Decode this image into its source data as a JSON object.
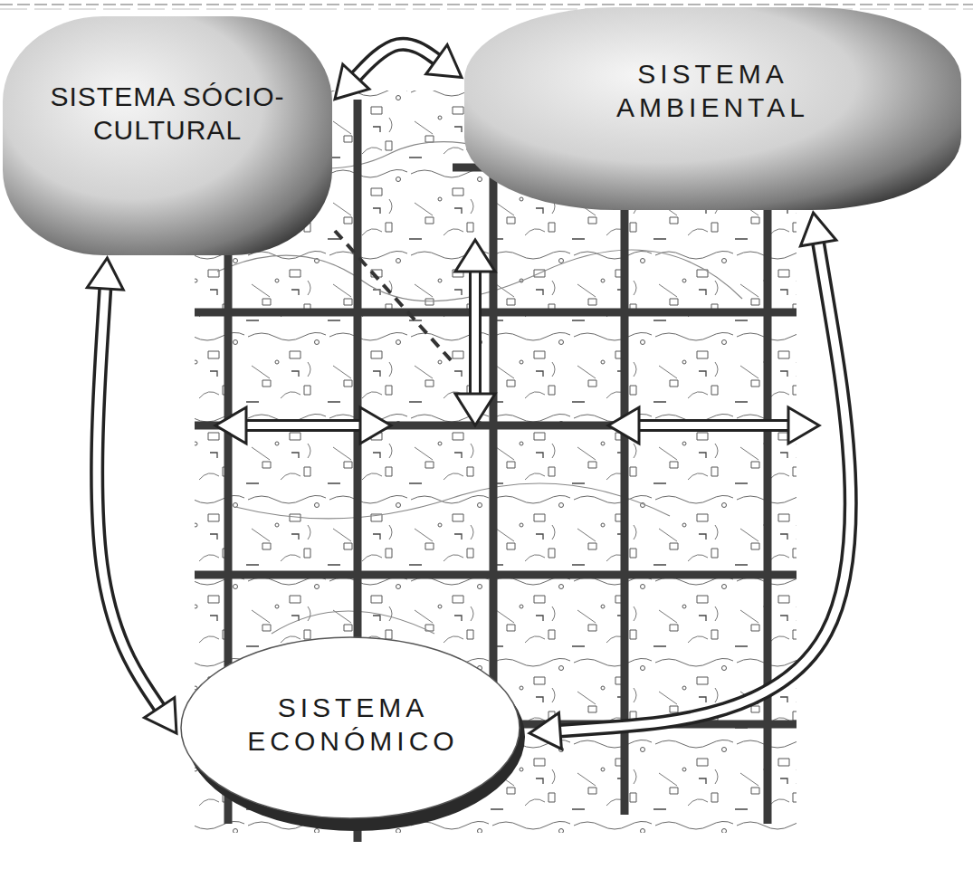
{
  "diagram": {
    "nodes": [
      {
        "text": [
          "SISTEMA SÓCIO-CULTURAL"
        ]
      },
      {
        "text": [
          "SISTEMA AMBIENTAL"
        ]
      },
      {
        "text": [
          "SISTEMA ECONÓMICO"
        ]
      }
    ],
    "edges": [
      {
        "from": 0,
        "to": 1,
        "arrow": "both"
      },
      {
        "from": 1,
        "to": 2,
        "arrow": "both"
      },
      {
        "from": 2,
        "to": 0,
        "arrow": "both"
      }
    ]
  }
}
